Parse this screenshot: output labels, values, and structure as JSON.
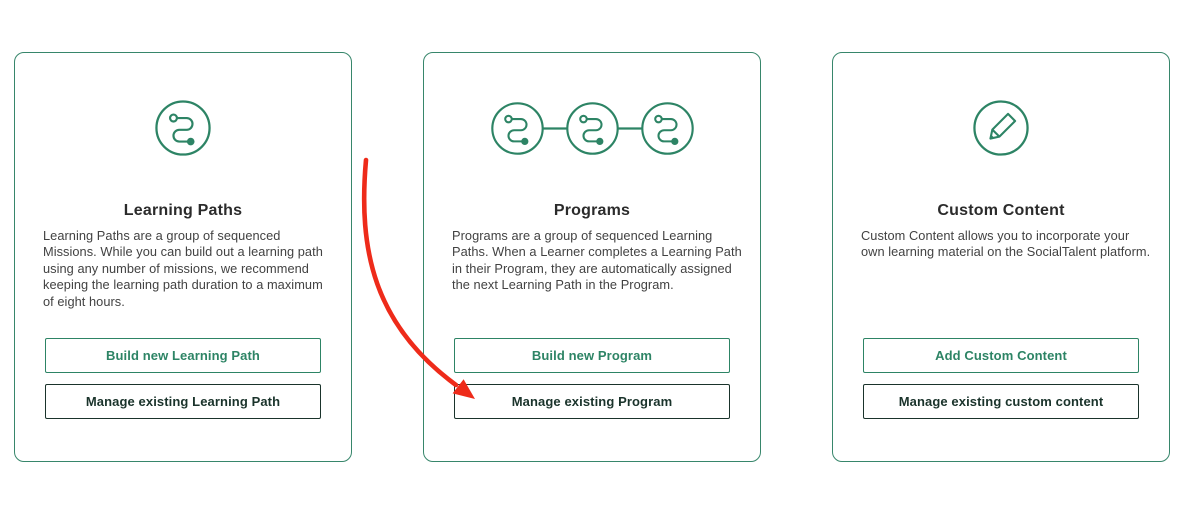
{
  "colors": {
    "green": "#2d8465",
    "card-border": "#37866b",
    "dark": "#1a332b",
    "title": "#2b2b2b",
    "body": "#424242",
    "arrow": "#ee2b1a"
  },
  "cards": [
    {
      "title": "Learning Paths",
      "icon": "winding-path-icon",
      "description": "Learning Paths are a group of sequenced Missions. While you can build out a learning path using any number of missions, we recommend keeping the learning path duration to a maximum of eight hours.",
      "primary_button": "Build new Learning Path",
      "secondary_button": "Manage existing Learning Path"
    },
    {
      "title": "Programs",
      "icon": "linked-learning-paths-icon",
      "description": "Programs are a group of sequenced Learning Paths. When a Learner completes a Learning Path in their Program, they are automatically assigned the next Learning Path in the Program.",
      "primary_button": "Build new Program",
      "secondary_button": "Manage existing Program"
    },
    {
      "title": "Custom Content",
      "icon": "pencil-icon",
      "description": "Custom Content allows you to incorporate your own learning material on the SocialTalent platform.",
      "primary_button": "Add Custom Content",
      "secondary_button": "Manage existing custom content"
    }
  ],
  "annotation_arrow": {
    "color": "#ee2b1a",
    "points_to": "Manage existing Program"
  }
}
